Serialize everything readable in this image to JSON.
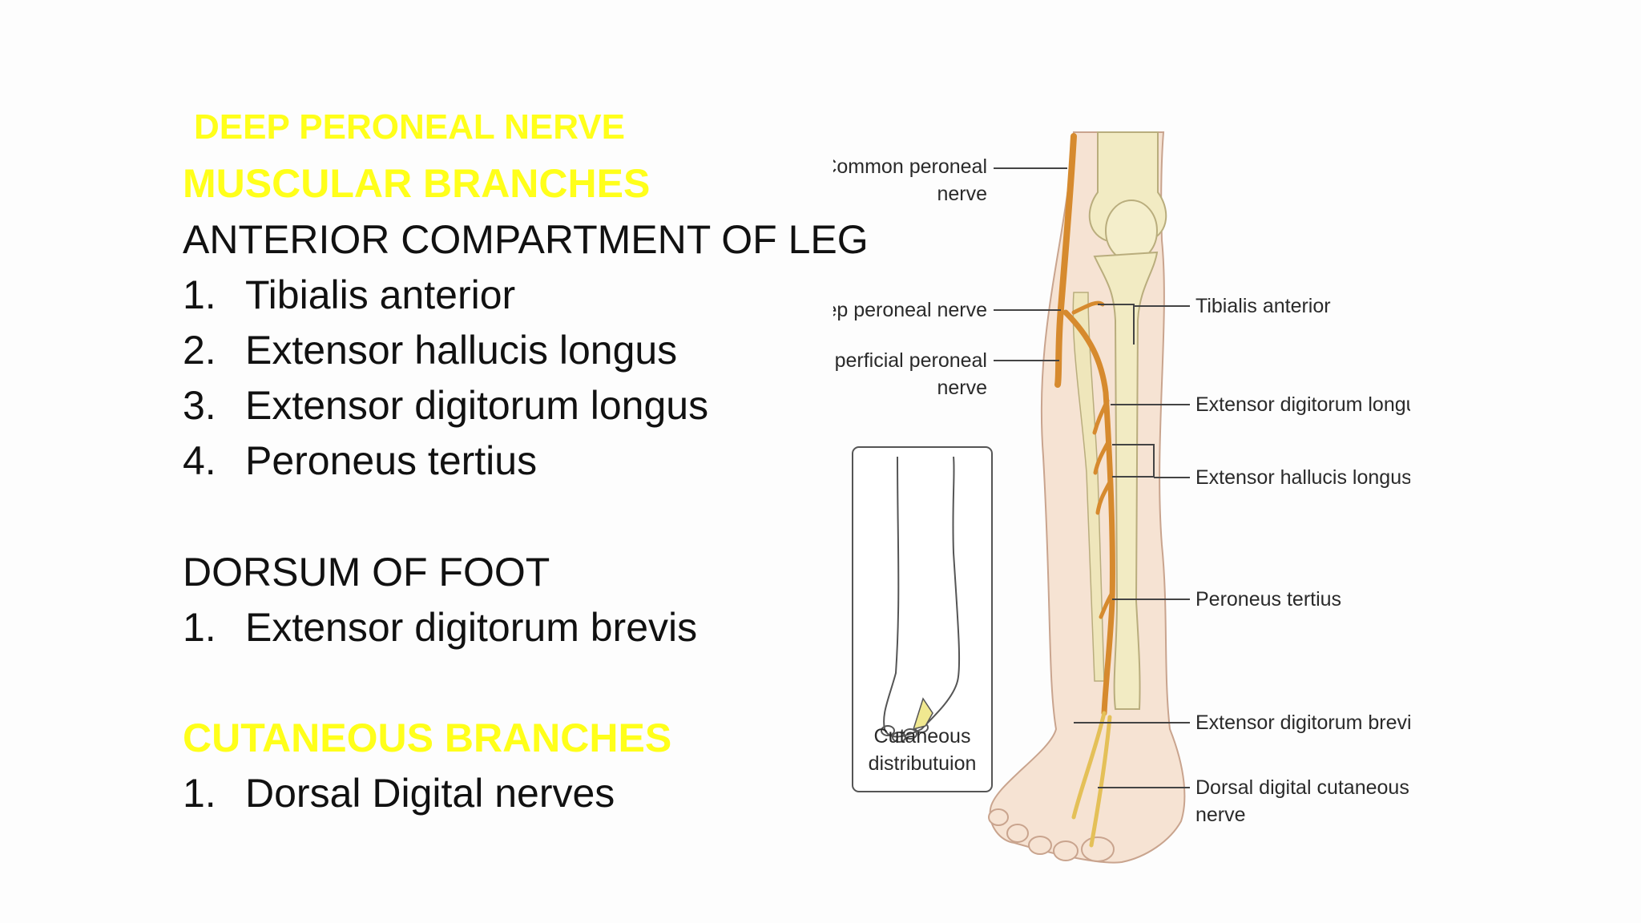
{
  "slide": {
    "title": "DEEP PERONEAL NERVE",
    "muscular_heading": "MUSCULAR BRANCHES",
    "anterior_heading": "ANTERIOR COMPARTMENT OF LEG",
    "anterior_items": [
      {
        "num": "1.",
        "text": "Tibialis anterior"
      },
      {
        "num": "2.",
        "text": "Extensor hallucis longus"
      },
      {
        "num": "3.",
        "text": "Extensor digitorum longus"
      },
      {
        "num": "4.",
        "text": "Peroneus tertius"
      }
    ],
    "dorsum_heading": "DORSUM OF FOOT",
    "dorsum_items": [
      {
        "num": "1.",
        "text": "Extensor digitorum brevis"
      }
    ],
    "cutaneous_heading": "CUTANEOUS BRANCHES",
    "cutaneous_items": [
      {
        "num": "1.",
        "text": "Dorsal Digital nerves"
      }
    ]
  },
  "diagram": {
    "left_labels": {
      "common_peroneal_1": "Common peroneal",
      "common_peroneal_2": "nerve",
      "deep_peroneal": "Deep peroneal nerve",
      "superficial_1": "Superficial peroneal",
      "superficial_2": "nerve"
    },
    "right_labels": {
      "tibialis_anterior": "Tibialis anterior",
      "ext_dig_longus": "Extensor digitorum longus",
      "ext_hal_longus": "Extensor hallucis longus",
      "peroneus_tertius": "Peroneus tertius",
      "ext_dig_brevis": "Extensor digitorum brevis",
      "dorsal_digital_1": "Dorsal digital cutaneous",
      "dorsal_digital_2": "nerve"
    },
    "inset_labels": {
      "line1": "Cutaneous",
      "line2": "distributuion"
    },
    "colors": {
      "skin": "#f6e3d3",
      "bone": "#f2ebc3",
      "nerve": "#d68a2e",
      "heading_yellow": "#ffff1a"
    }
  }
}
